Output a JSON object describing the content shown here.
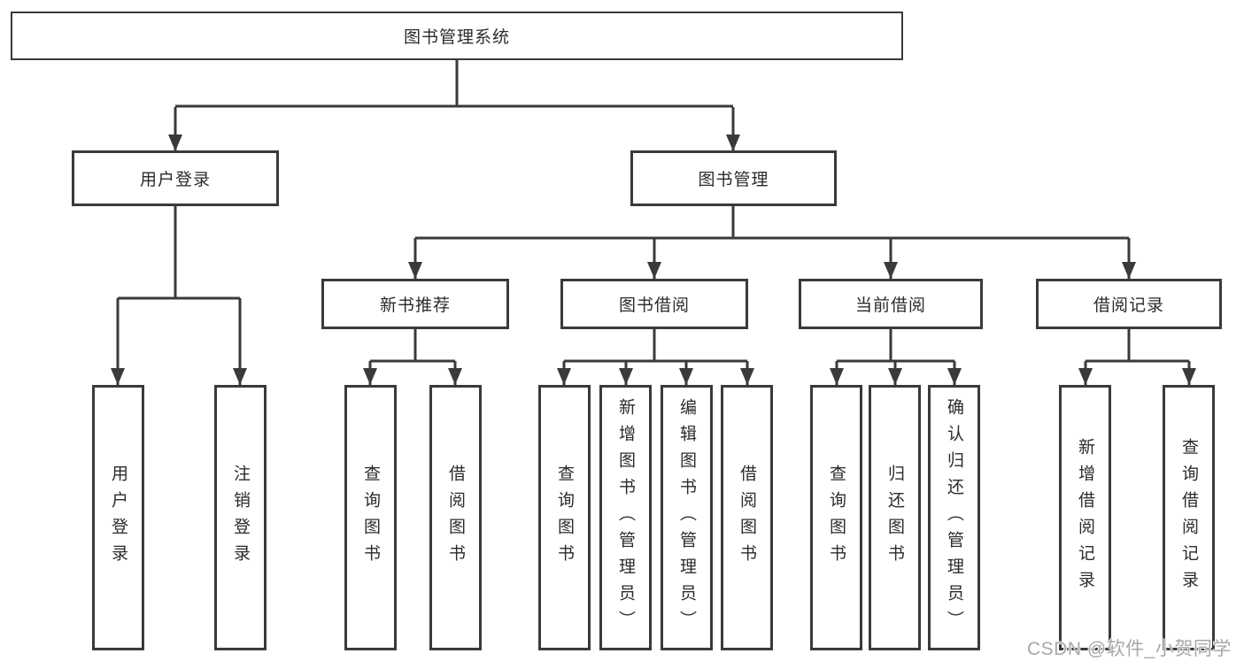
{
  "nodes": {
    "root": "图书管理系统",
    "user_login": "用户登录",
    "book_mgmt": "图书管理",
    "new_books": "新书推荐",
    "book_borrow": "图书借阅",
    "current_borrow": "当前借阅",
    "borrow_records": "借阅记录"
  },
  "leaves": {
    "user_login": [
      "用户登录",
      "注销登录"
    ],
    "new_books": [
      "查询图书",
      "借阅图书"
    ],
    "book_borrow": [
      "查询图书",
      "新增图书（管理员）",
      "编辑图书（管理员）",
      "借阅图书"
    ],
    "current_borrow": [
      "查询图书",
      "归还图书",
      "确认归还（管理员）"
    ],
    "borrow_records": [
      "新增借阅记录",
      "查询借阅记录"
    ]
  },
  "watermark": "CSDN @软件_小贺同学",
  "colors": {
    "line": "#3a3a3a",
    "box_border": "#3a3a3a",
    "box_fill": "#ffffff",
    "text": "#2b2b2b",
    "watermark": "#a8a8a8",
    "background": "#ffffff"
  }
}
